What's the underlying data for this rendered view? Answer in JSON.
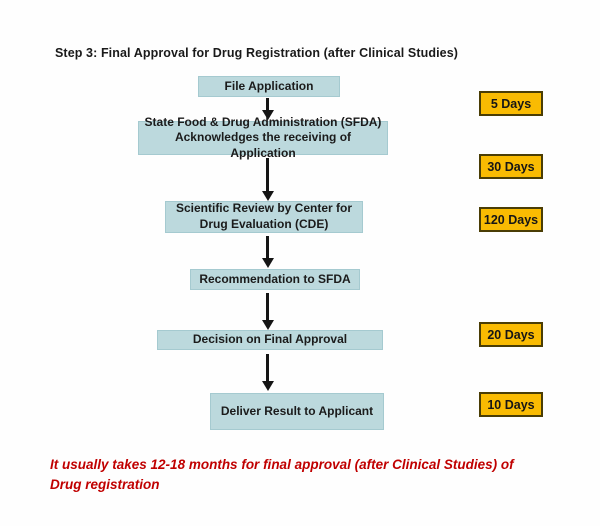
{
  "page": {
    "title": "Step 3: Final Approval for Drug Registration (after Clinical Studies)",
    "footnote_line1": "It usually takes 12-18 months for final approval (after Clinical Studies) of",
    "footnote_line2": "Drug registration"
  },
  "flowchart": {
    "steps": [
      {
        "label": "File Application"
      },
      {
        "label": "State Food & Drug Administration (SFDA) Acknowledges the receiving of Application"
      },
      {
        "label": "Scientific Review by Center for Drug Evaluation (CDE)"
      },
      {
        "label": "Recommendation to SFDA"
      },
      {
        "label": "Decision on Final Approval"
      },
      {
        "label": "Deliver Result to Applicant"
      }
    ],
    "durations": [
      "5 Days",
      "30 Days",
      "120 Days",
      "20 Days",
      "10 Days"
    ]
  },
  "colors": {
    "title": "#1a1a1a",
    "box_fill": "#bcd9dd",
    "box_border": "#a5cad0",
    "duration_fill": "#f9bb02",
    "duration_border": "#4a3d05",
    "arrow": "#151515",
    "footnote": "#c00000"
  }
}
